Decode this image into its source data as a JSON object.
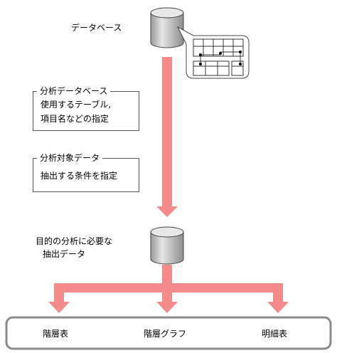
{
  "source_db": {
    "label": "データベース"
  },
  "step1": {
    "title": "分析データベース",
    "lines": [
      "使用するテーブル,",
      "項目名などの指定"
    ]
  },
  "step2": {
    "title": "分析対象データ",
    "lines": [
      "抽出する条件を指定"
    ]
  },
  "extract": {
    "lines": [
      "目的の分析に必要な",
      "抽出データ"
    ]
  },
  "outputs": [
    "階層表",
    "階層グラフ",
    "明細表"
  ],
  "colors": {
    "arrow": "#f48b8b",
    "cylinder_body": "#c8c8c8",
    "cylinder_top": "#e8e8e8",
    "outline": "#555555",
    "box_outline": "#8a8a8a"
  }
}
